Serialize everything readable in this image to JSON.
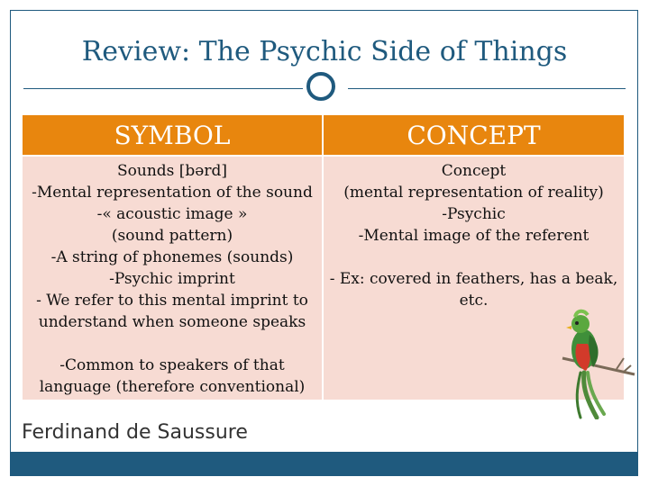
{
  "title": "Review: The Psychic Side of Things",
  "table": {
    "headers": [
      "SYMBOL",
      "CONCEPT"
    ],
    "symbol_lines": [
      "Sounds [bərd]",
      "-Mental representation of the sound",
      "-« acoustic image »",
      "(sound pattern)",
      "-A string of phonemes (sounds)",
      "-Psychic imprint",
      "- We refer to this mental imprint to",
      "understand when someone speaks"
    ],
    "symbol_lines_2": [
      "-Common to speakers of that",
      "language (therefore conventional)"
    ],
    "concept_lines": [
      "Concept",
      "(mental representation of reality)",
      "-Psychic",
      "-Mental image of the referent",
      "",
      "- Ex: covered in feathers, has a beak,",
      "etc."
    ]
  },
  "author": "Ferdinand de Saussure",
  "colors": {
    "accent": "#1f5a7e",
    "header": "#e8860e",
    "cell": "#f7dbd3"
  },
  "illustration": "quetzal-bird-icon"
}
